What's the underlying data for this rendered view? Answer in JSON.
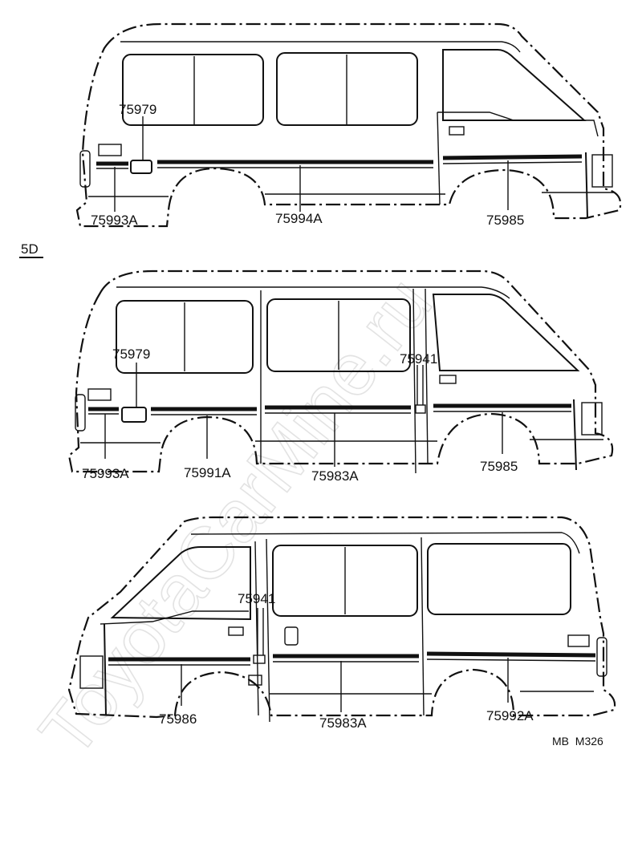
{
  "watermark": "ToyotaCarMine.ru",
  "variant_label": "5D",
  "diagram_code": "MB  M326",
  "upper_van": {
    "labels": [
      "75979",
      "75993A",
      "75994A",
      "75985"
    ]
  },
  "middle_van": {
    "labels": [
      "75979",
      "75941",
      "75993A",
      "75991A",
      "75983A",
      "75985"
    ]
  },
  "lower_van": {
    "labels": [
      "75941",
      "75986",
      "75983A",
      "75992A"
    ]
  }
}
